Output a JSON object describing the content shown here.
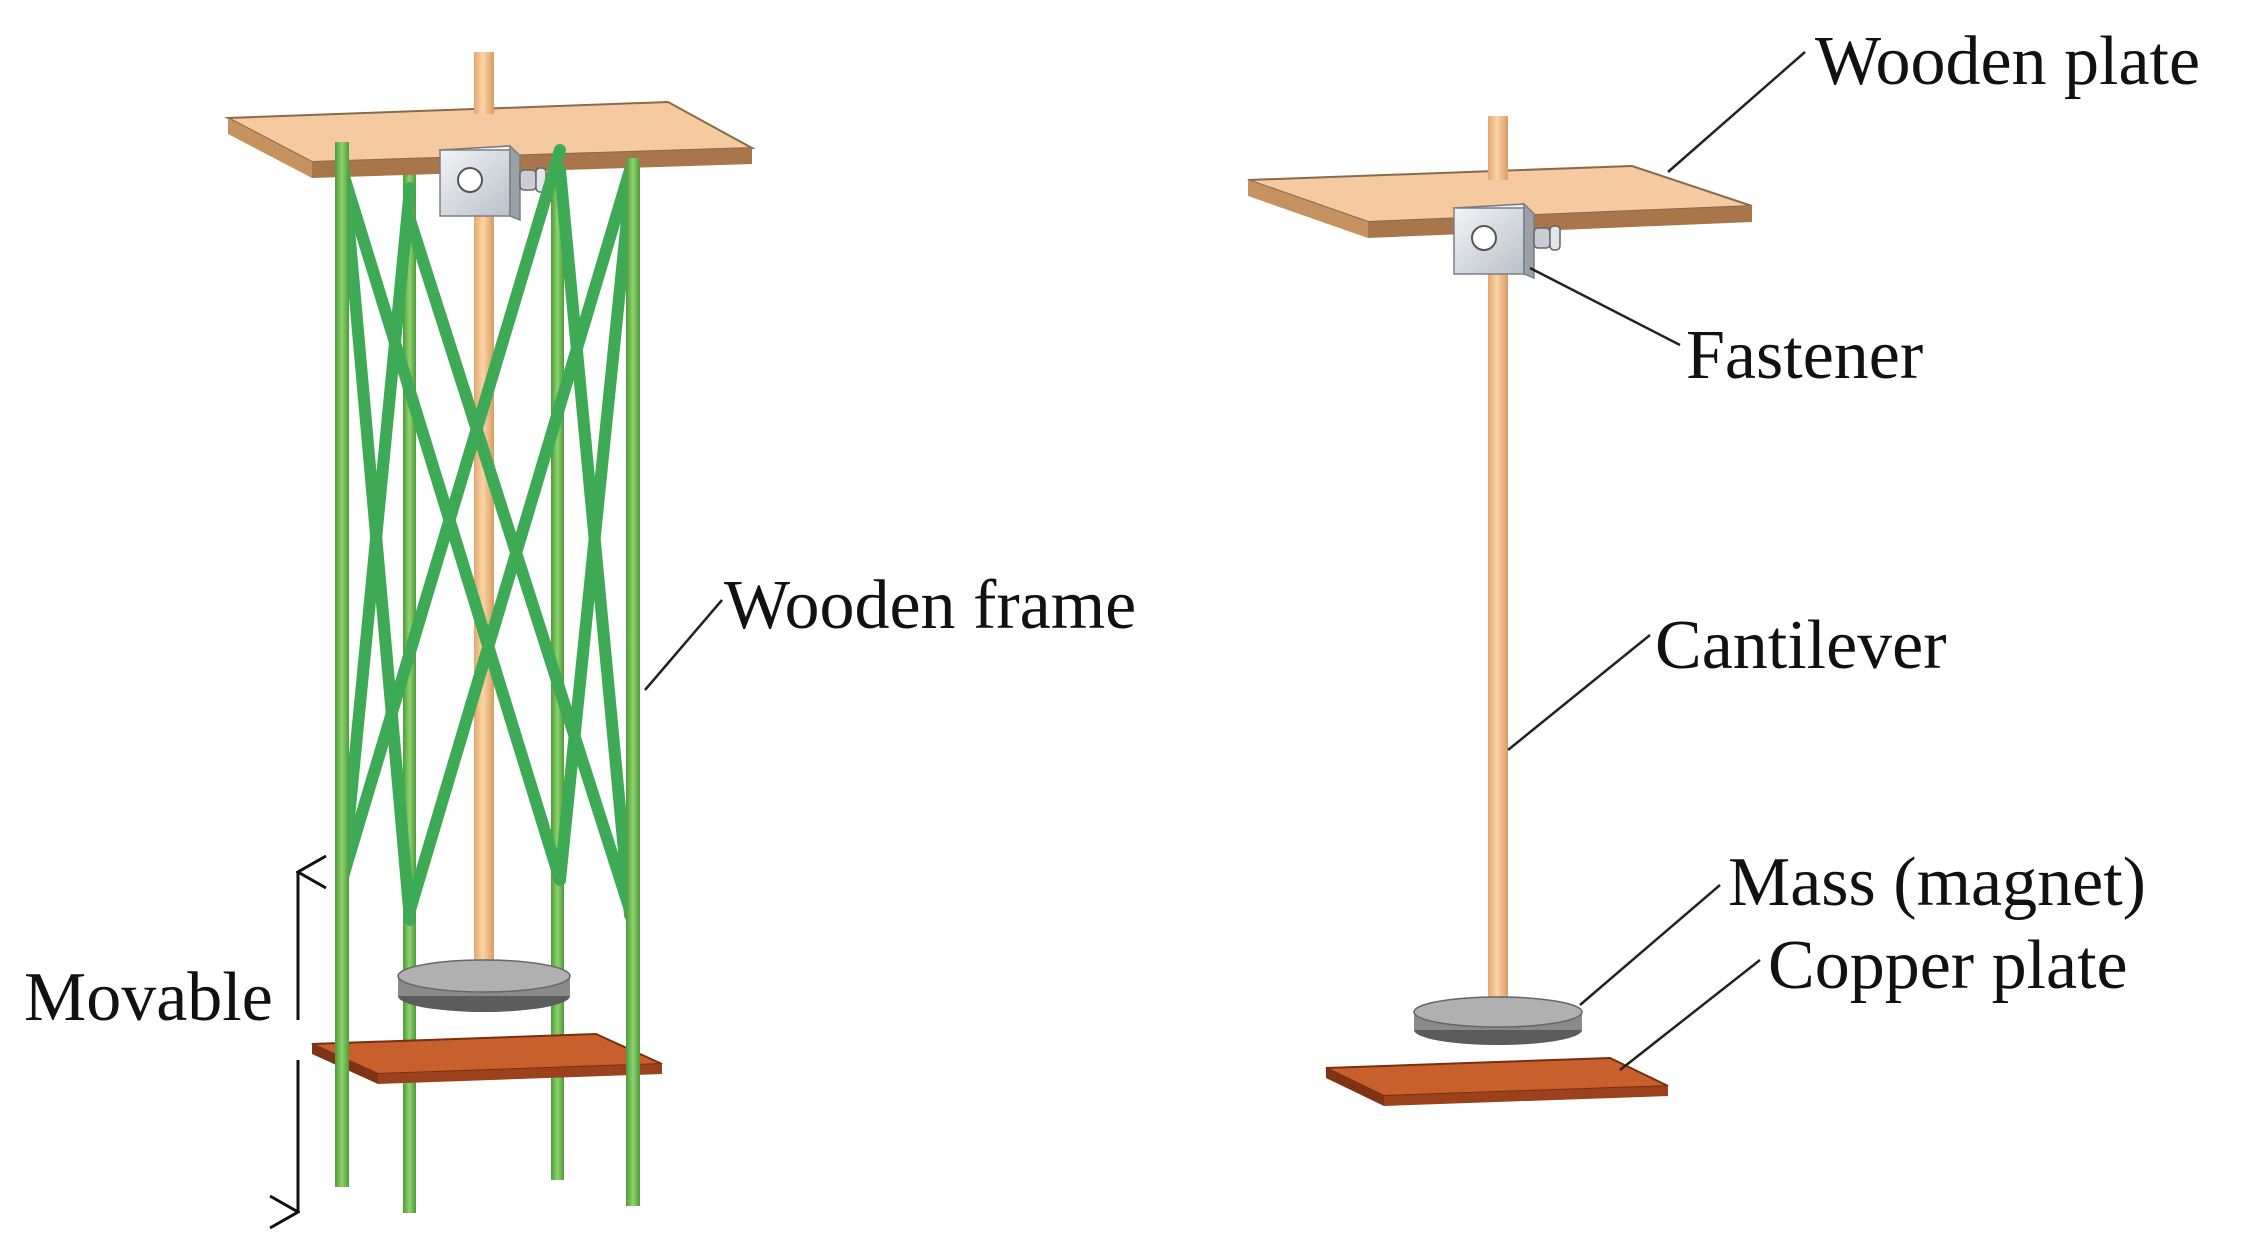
{
  "labels": {
    "wooden_frame": "Wooden frame",
    "movable": "Movable",
    "wooden_plate": "Wooden plate",
    "fastener": "Fastener",
    "cantilever": "Cantilever",
    "mass": "Mass (magnet)",
    "copper_plate": "Copper plate"
  },
  "colors": {
    "wood": "#f3c596",
    "wood_dark": "#b07e52",
    "frame_green": "#74c05a",
    "brace_green": "#3faa55",
    "copper": "#c8602e",
    "copper_dark": "#8a3a18",
    "magnet": "#8a8a8a",
    "steel": "#d8dde3",
    "line": "#222222"
  }
}
